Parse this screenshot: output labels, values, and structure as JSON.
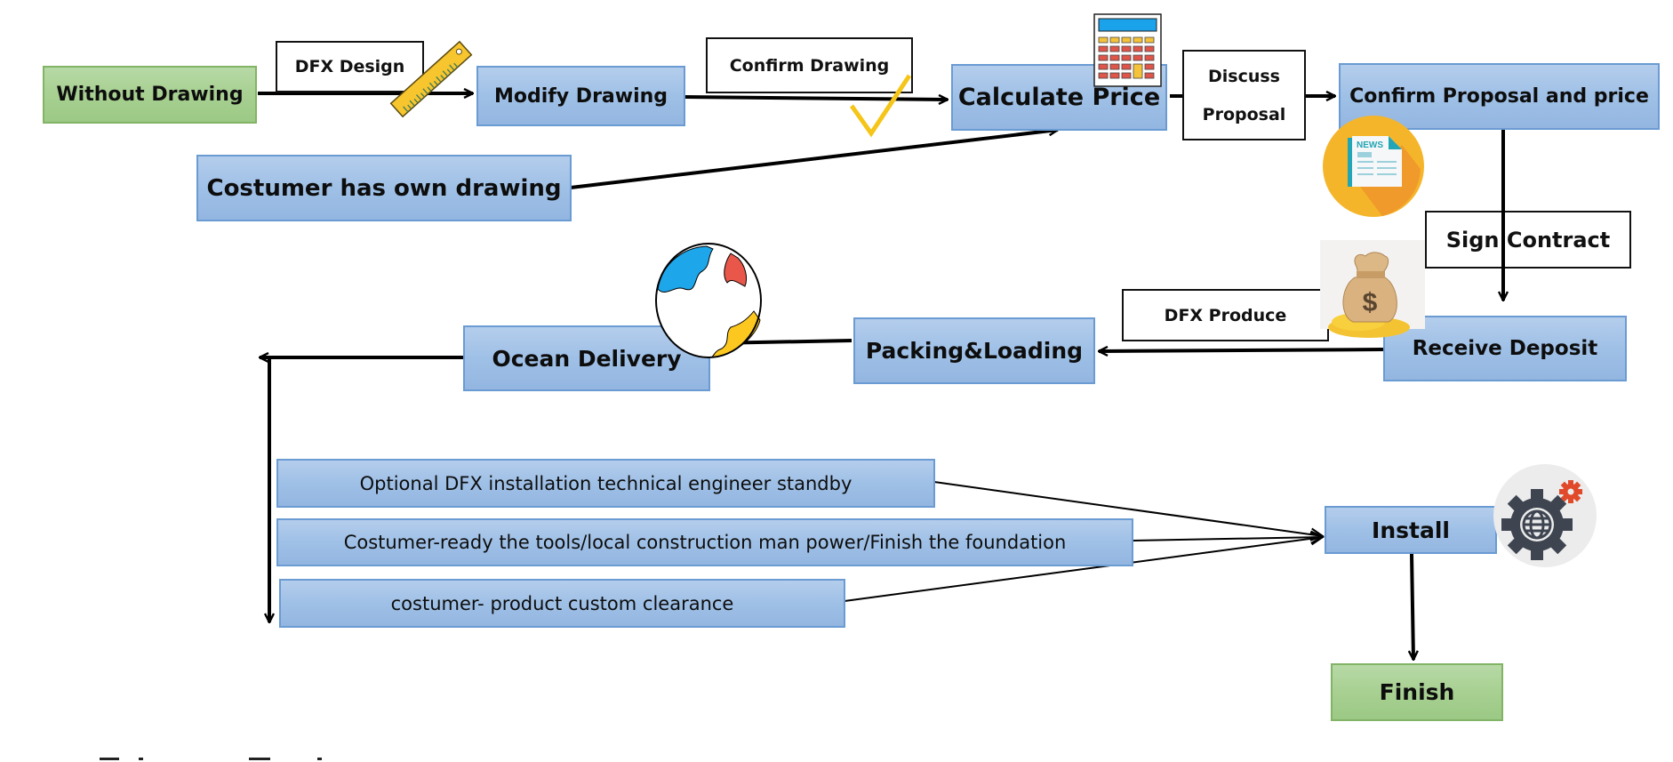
{
  "diagram": {
    "title": "DFX order process flowchart",
    "nodes": {
      "without_drawing": "Without Drawing",
      "modify_drawing": "Modify Drawing",
      "calculate_price": "Calculate Price",
      "confirm_proposal": "Confirm Proposal and price",
      "own_drawing": "Costumer has own drawing",
      "receive_deposit": "Receive Deposit",
      "packing_loading": "Packing&Loading",
      "ocean_delivery": "Ocean Delivery",
      "install": "Install",
      "finish": "Finish"
    },
    "edge_labels": {
      "dfx_design": "DFX Design",
      "confirm_drawing": "Confirm Drawing",
      "discuss_line1": "Discuss",
      "discuss_line2": "Proposal",
      "sign_contract": "Sign Contract",
      "dfx_produce": "DFX Produce"
    },
    "prerequisites": [
      "Optional DFX installation technical engineer standby",
      "Costumer-ready the tools/local construction man power/Finish the foundation",
      "costumer- product custom clearance"
    ],
    "icons": {
      "ruler": "ruler-icon",
      "checkmark": "checkmark-icon",
      "calculator": "calculator-icon",
      "news": "news-icon",
      "money_bag": "money-bag-icon",
      "globe": "globe-icon",
      "gear_globe": "gear-globe-icon"
    },
    "news_badge": "NEWS",
    "currency_symbol": "$",
    "colors": {
      "process_fill": "#9fc0e6",
      "process_border": "#6a9bd3",
      "terminal_fill": "#a6cf90",
      "terminal_border": "#82b466",
      "accent_yellow": "#f5c518",
      "globe_blue": "#1ea6ea",
      "globe_red": "#e8574a",
      "globe_yellow": "#fcc820"
    }
  }
}
